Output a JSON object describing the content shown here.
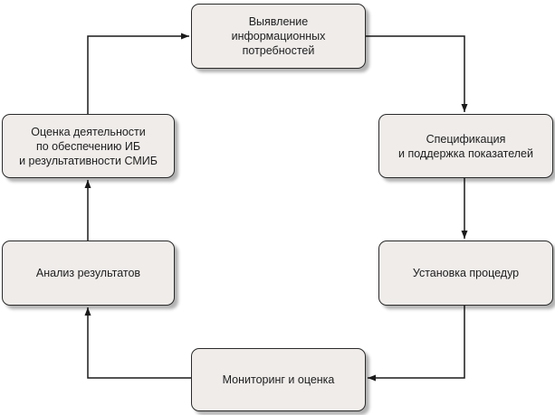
{
  "diagram": {
    "nodes": [
      {
        "id": "identify-needs",
        "label": "Выявление\nинформационных\nпотребностей"
      },
      {
        "id": "specification",
        "label": "Спецификация\nи поддержка показателей"
      },
      {
        "id": "procedures",
        "label": "Установка процедур"
      },
      {
        "id": "monitoring",
        "label": "Мониторинг и оценка"
      },
      {
        "id": "analysis",
        "label": "Анализ результатов"
      },
      {
        "id": "evaluation",
        "label": "Оценка деятельности\nпо обеспечению ИБ\nи результативности СМИБ"
      }
    ],
    "edges": [
      {
        "from": "identify-needs",
        "to": "specification"
      },
      {
        "from": "specification",
        "to": "procedures"
      },
      {
        "from": "procedures",
        "to": "monitoring"
      },
      {
        "from": "monitoring",
        "to": "analysis"
      },
      {
        "from": "analysis",
        "to": "evaluation"
      },
      {
        "from": "evaluation",
        "to": "identify-needs"
      }
    ],
    "colors": {
      "node_fill": "#efecea",
      "node_border": "#2a2a2a",
      "connector": "#1a1a1a"
    }
  }
}
